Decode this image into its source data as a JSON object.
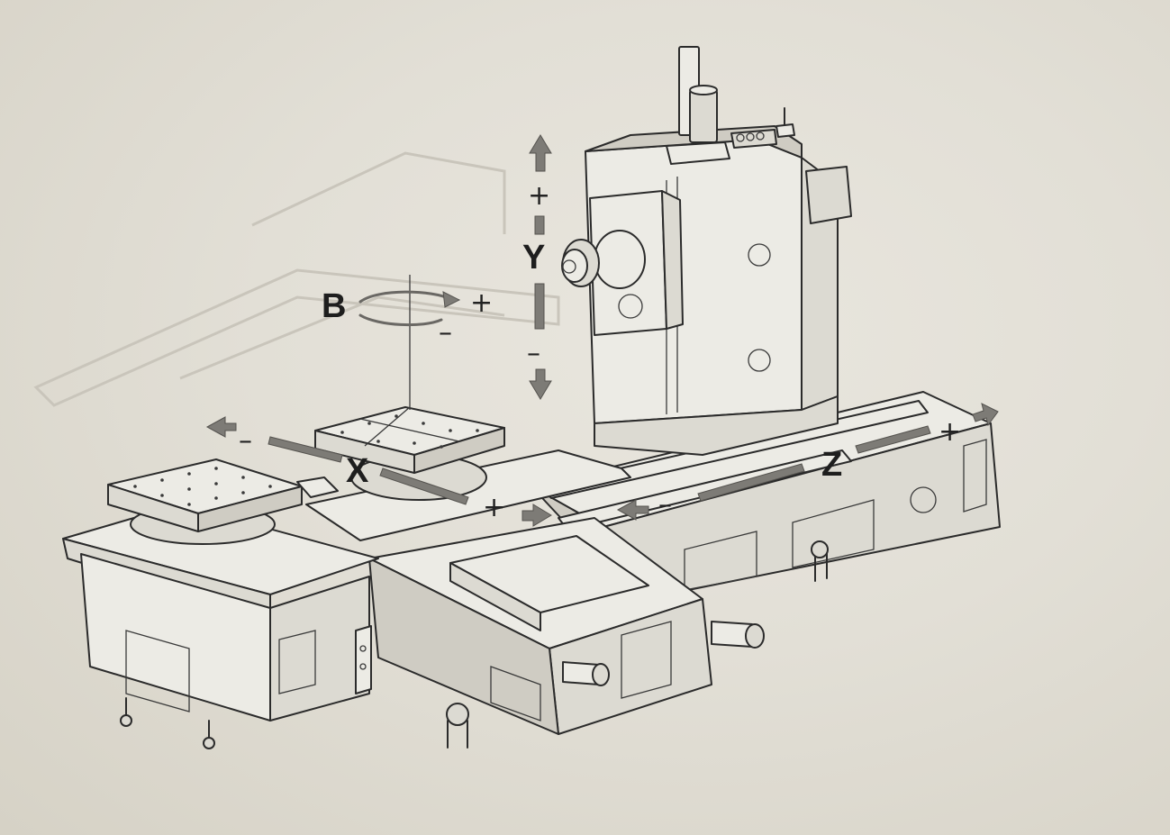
{
  "axes": {
    "y": {
      "label": "Y",
      "plus": "+",
      "minus": "–"
    },
    "b": {
      "label": "B",
      "plus": "+",
      "minus": "–"
    },
    "x": {
      "label": "X",
      "plus": "+",
      "minus": "–"
    },
    "z": {
      "label": "Z",
      "plus": "+",
      "minus": "–"
    }
  },
  "colors": {
    "paper": "#e6e3da",
    "line": "#2b2b2b",
    "arrow": "#7d7b76"
  }
}
